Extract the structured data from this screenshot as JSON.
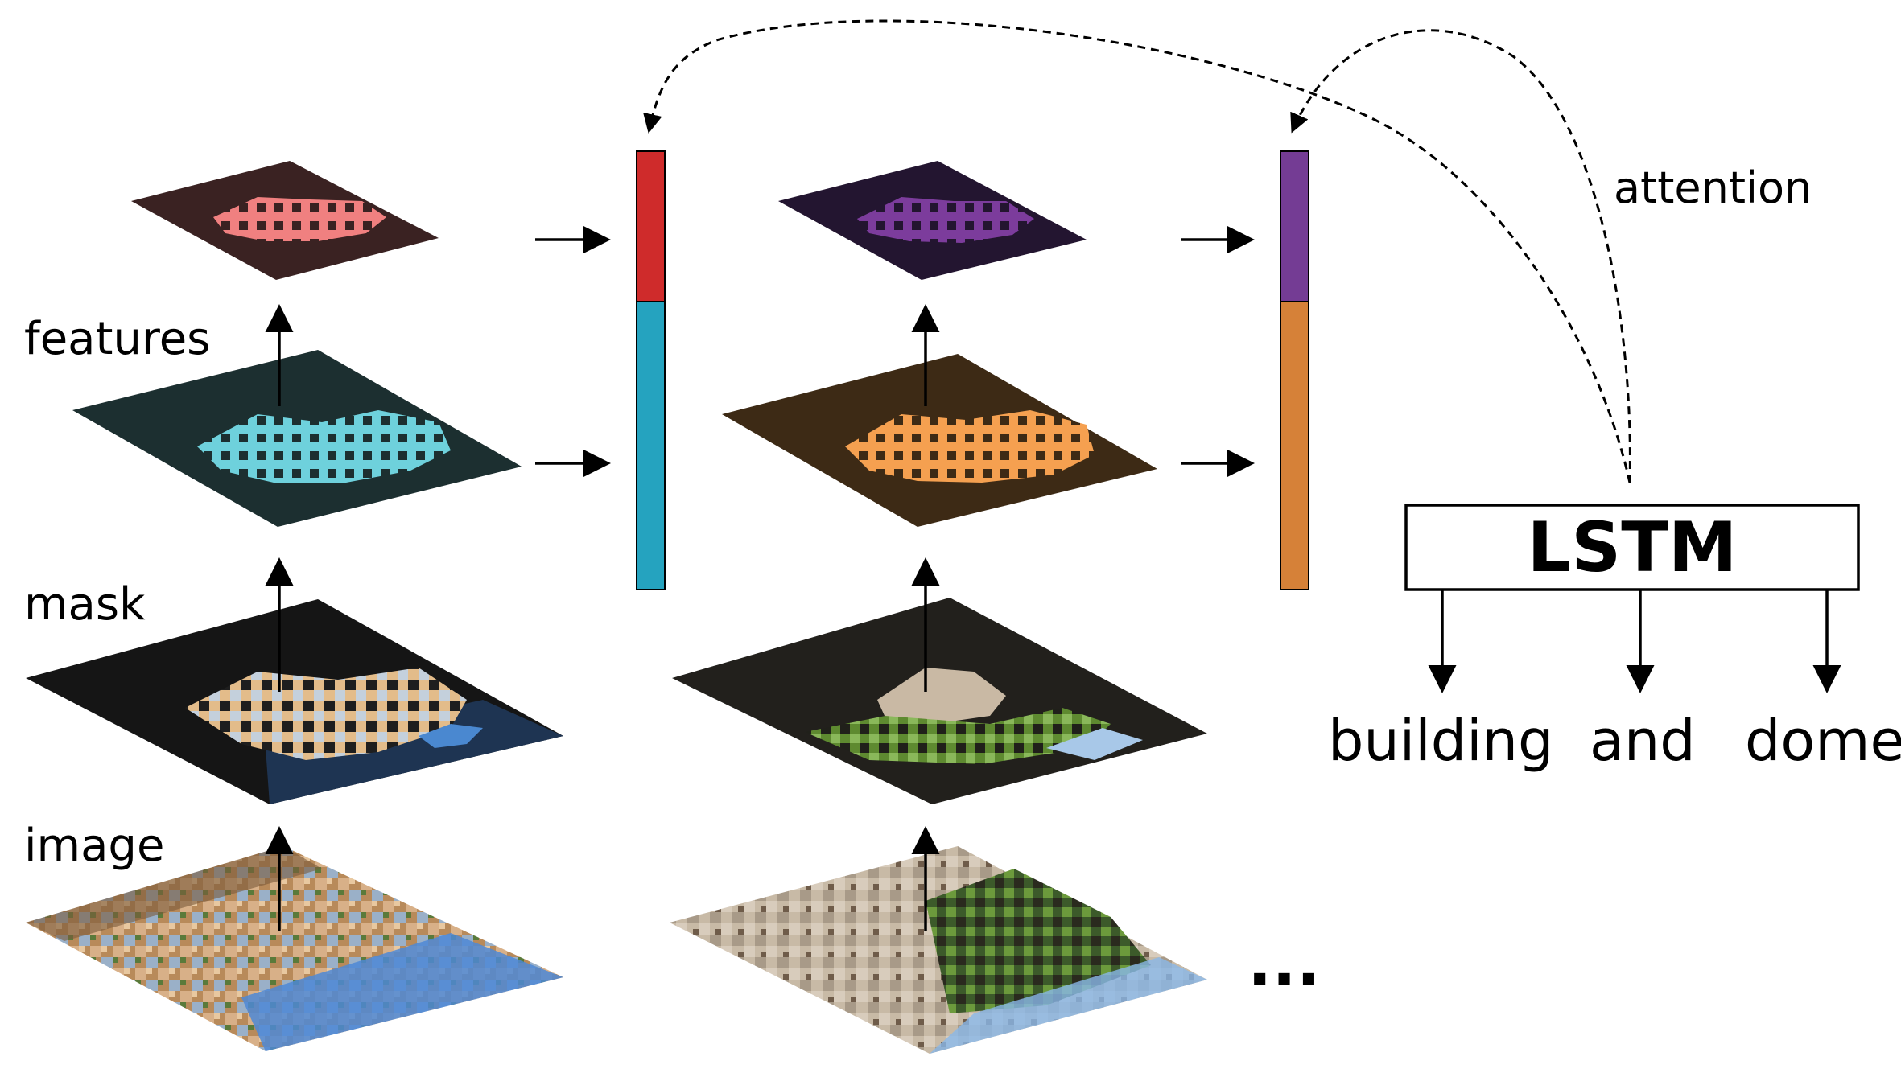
{
  "labels": {
    "features": "features",
    "mask": "mask",
    "image": "image",
    "attention": "attention",
    "lstm": "LSTM",
    "ellipsis": "..."
  },
  "words": [
    "building",
    "and",
    "dome"
  ],
  "colors": {
    "red": "#cf2b2b",
    "cyan": "#25a3bf",
    "purple": "#743c94",
    "orange": "#d68138",
    "pink": "#f08080",
    "light_cyan": "#6ed1dc",
    "violet": "#7c3c9c",
    "light_orange": "#f5a050",
    "bg_pink_layer": "#3a2222",
    "bg_cyan_layer": "#1c2f30",
    "bg_purple_layer": "#231530",
    "bg_orange_layer": "#3d2a15"
  },
  "columns": [
    {
      "image_icon": "pixelated-city-image",
      "mask_icon": "masked-city-image",
      "feature_low_icon": "cyan-feature-map",
      "feature_high_icon": "pink-feature-map",
      "vector_top_color": "#cf2b2b",
      "vector_bottom_color": "#25a3bf"
    },
    {
      "image_icon": "pixelated-dome-image",
      "mask_icon": "masked-dome-image",
      "feature_low_icon": "orange-feature-map",
      "feature_high_icon": "purple-feature-map",
      "vector_top_color": "#743c94",
      "vector_bottom_color": "#d68138"
    }
  ]
}
